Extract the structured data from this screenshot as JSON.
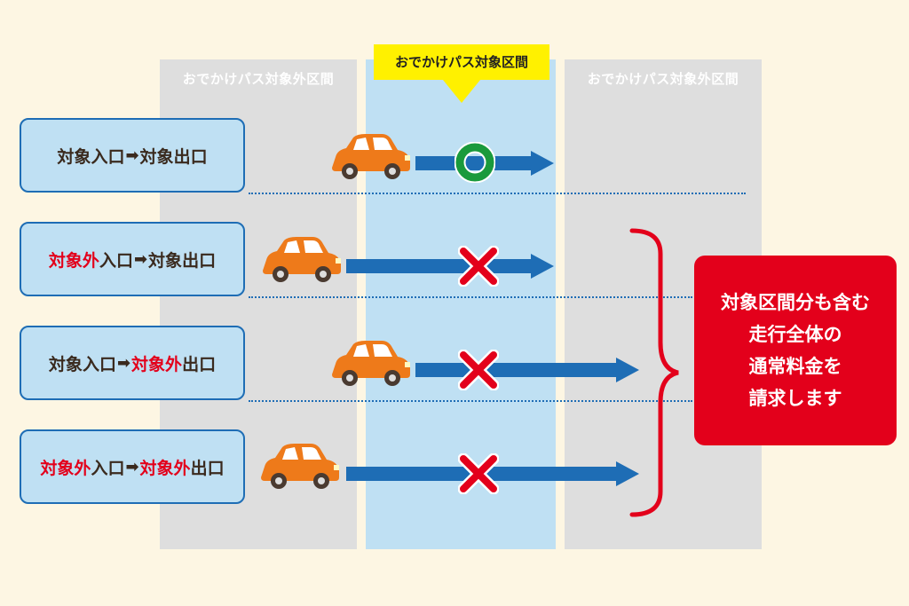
{
  "columns": {
    "left": {
      "label": "おでかけパス対象外区間"
    },
    "center": {
      "label": "おでかけパス対象区間"
    },
    "right": {
      "label": "おでかけパス対象外区間"
    }
  },
  "colors": {
    "background": "#fdf6e3",
    "column_gray": "#dedede",
    "column_blue": "#bfe0f3",
    "banner_yellow": "#fff100",
    "route_blue": "#1e6db5",
    "accent_red": "#e3001b",
    "ok_green": "#1a9a3c",
    "car_orange": "#ee7a1a"
  },
  "routes": [
    {
      "entry_prefix": "対象",
      "entry_red": "",
      "entry_suffix": "入口",
      "arrow": "➡",
      "exit_prefix": "対象",
      "exit_red": "",
      "exit_suffix": "出口",
      "result_icon": "circle-ok-icon"
    },
    {
      "entry_prefix": "",
      "entry_red": "対象外",
      "entry_suffix": "入口",
      "arrow": "➡",
      "exit_prefix": "対象",
      "exit_red": "",
      "exit_suffix": "出口",
      "result_icon": "cross-ng-icon"
    },
    {
      "entry_prefix": "対象",
      "entry_red": "",
      "entry_suffix": "入口",
      "arrow": "➡",
      "exit_prefix": "",
      "exit_red": "対象外",
      "exit_suffix": "出口",
      "result_icon": "cross-ng-icon"
    },
    {
      "entry_prefix": "",
      "entry_red": "対象外",
      "entry_suffix": "入口",
      "arrow": "➡",
      "exit_prefix": "",
      "exit_red": "対象外",
      "exit_suffix": "出口",
      "result_icon": "cross-ng-icon"
    }
  ],
  "result_box": {
    "lines": [
      "対象区間分も含む",
      "走行全体の",
      "通常料金を",
      "請求します"
    ]
  }
}
